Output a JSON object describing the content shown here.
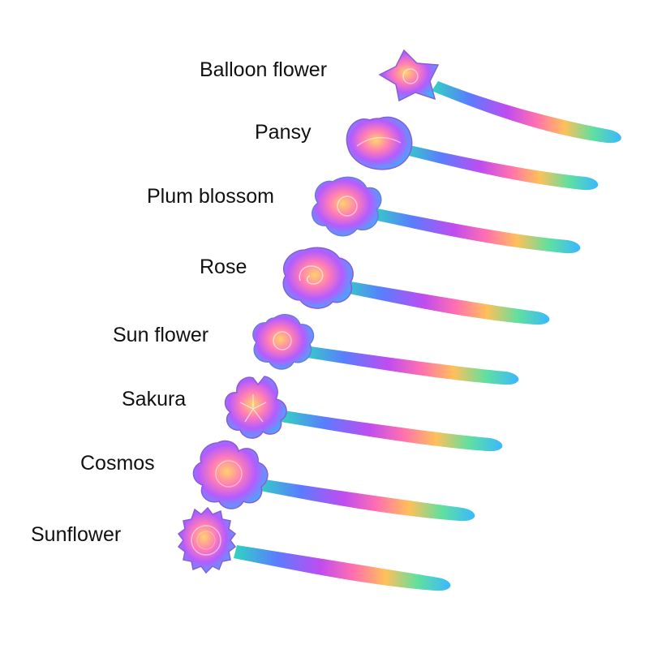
{
  "colors": {
    "background": "#ffffff",
    "label": "#111111",
    "iridescent": [
      "#2fd6c0",
      "#3aa8ff",
      "#7a5cff",
      "#d946ef",
      "#ff5fa2",
      "#ffb347",
      "#7ee08a"
    ]
  },
  "spoons": [
    {
      "label": "Balloon flower",
      "shape": "star-flower-icon"
    },
    {
      "label": "Pansy",
      "shape": "pansy-icon"
    },
    {
      "label": "Plum blossom",
      "shape": "plum-blossom-icon"
    },
    {
      "label": "Rose",
      "shape": "rose-icon"
    },
    {
      "label": "Sun flower",
      "shape": "sun-flower-icon"
    },
    {
      "label": "Sakura",
      "shape": "sakura-icon"
    },
    {
      "label": "Cosmos",
      "shape": "cosmos-icon"
    },
    {
      "label": "Sunflower",
      "shape": "sunflower-icon"
    }
  ]
}
